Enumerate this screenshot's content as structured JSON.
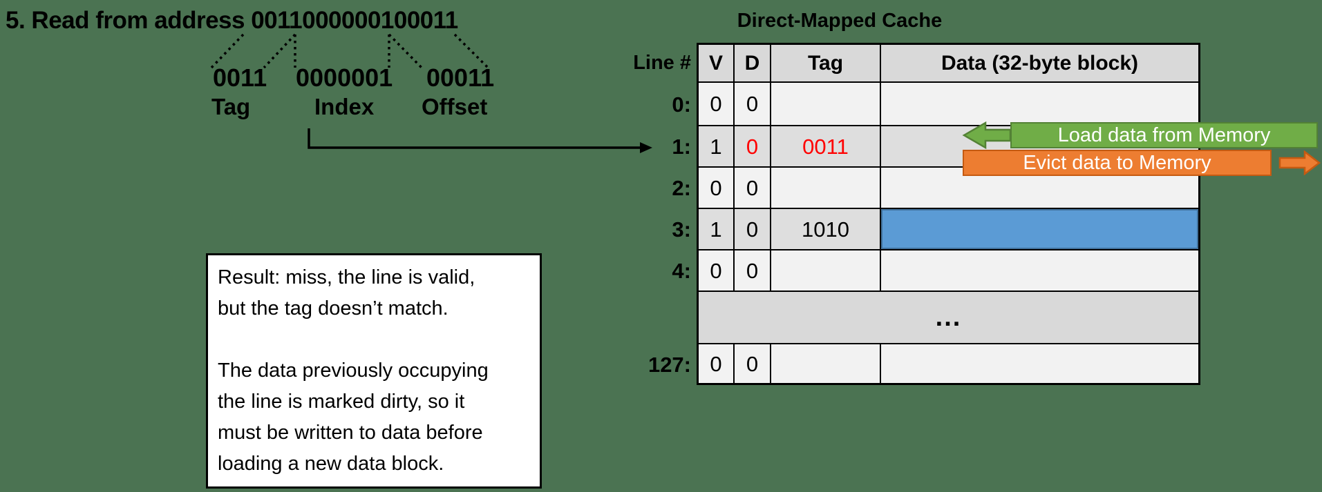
{
  "slide": {
    "title": "5. Read from address 0011000000100011"
  },
  "address_breakdown": {
    "tag_bits": "0011",
    "index_bits": "0000001",
    "offset_bits": "00011",
    "tag_label": "Tag",
    "index_label": "Index",
    "offset_label": "Offset"
  },
  "cache": {
    "title": "Direct-Mapped Cache",
    "line_header": "Line #",
    "columns": [
      "V",
      "D",
      "Tag",
      "Data (32-byte block)"
    ],
    "rows": [
      {
        "line": "0:",
        "v": "0",
        "d": "0",
        "tag": "",
        "data": ""
      },
      {
        "line": "1:",
        "v": "1",
        "d": "0",
        "tag": "0011",
        "data": ""
      },
      {
        "line": "2:",
        "v": "0",
        "d": "0",
        "tag": "",
        "data": ""
      },
      {
        "line": "3:",
        "v": "1",
        "d": "0",
        "tag": "1010",
        "data": ""
      },
      {
        "line": "4:",
        "v": "0",
        "d": "0",
        "tag": "",
        "data": ""
      },
      {
        "line": "127:",
        "v": "0",
        "d": "0",
        "tag": "",
        "data": ""
      }
    ],
    "ellipsis": "..."
  },
  "banners": {
    "load_label": "Load data from Memory",
    "evict_label": "Evict data to Memory"
  },
  "result_box": {
    "paragraph1": "Result: miss, the line is valid,\nbut the tag doesn’t match.",
    "paragraph2": "The data previously occupying\nthe line is marked dirty, so it\nmust be written to data before\nloading a new data block."
  },
  "colors": {
    "background": "#4b7352",
    "load_banner": "#70ad47",
    "load_banner_border": "#538135",
    "evict_banner": "#ed7d31",
    "evict_banner_border": "#c55a11",
    "data_block_fill": "#5b9bd5",
    "data_block_border": "#41719c",
    "mismatch_text": "#ff0000",
    "row_light": "#f2f2f2",
    "row_dark": "#dedede",
    "header_gray": "#d9d9d9"
  }
}
